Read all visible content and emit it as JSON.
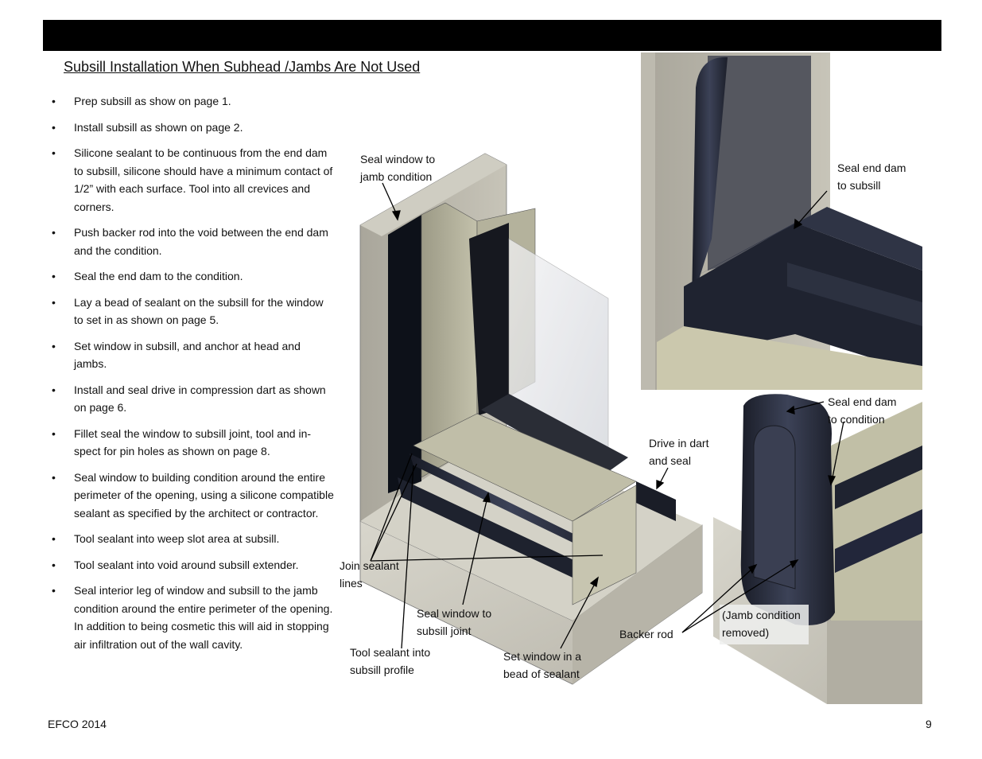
{
  "section_title": "Subsill Installation When Subhead /Jambs Are Not Used",
  "steps": [
    "Prep subsill as show on page 1.",
    "Install subsill as shown on page 2.",
    "Silicone sealant to be continuous from the end dam to subsill, silicone should have a minimum contact of 1/2” with each surface. Tool  into all crevices and corners.",
    "Push backer rod into the void between the end dam and the condition.",
    "Seal the end dam to the condition.",
    "Lay a bead of sealant on the subsill for the window to set in as shown on page 5.",
    "Set window in subsill, and anchor at head and jambs.",
    "Install and seal drive in compression dart as shown on page 6.",
    "Fillet seal the window to subsill joint, tool and in-spect for pin holes as shown on page 8.",
    "Seal window to building condition around the entire perimeter of the opening, using a silicone compatible sealant as specified by the architect or contractor.",
    "Tool sealant into weep slot area at subsill.",
    "Tool sealant into void around subsill extender.",
    "Seal interior leg of window and subsill to the jamb condition around the entire perimeter of the opening.  In addition to being cosmetic this will aid in stopping air infiltration out of the wall cavity."
  ],
  "callouts": {
    "seal_window_jamb": "Seal window to\njamb condition",
    "seal_end_dam_subsill": "Seal end dam\nto subsill",
    "seal_end_dam_condition": "Seal end dam\nto condition",
    "drive_in_dart": "Drive in dart\nand seal",
    "join_sealant": "Join sealant\nlines",
    "seal_window_subsill": "Seal window to\nsubsill joint",
    "backer_rod": "Backer rod",
    "jamb_removed": "(Jamb condition\nremoved)",
    "tool_sealant_profile": "Tool sealant into\nsubsill profile",
    "set_window_bead": "Set window in a\nbead of sealant"
  },
  "footer": {
    "left": "EFCO 2014",
    "page_number": "9"
  }
}
